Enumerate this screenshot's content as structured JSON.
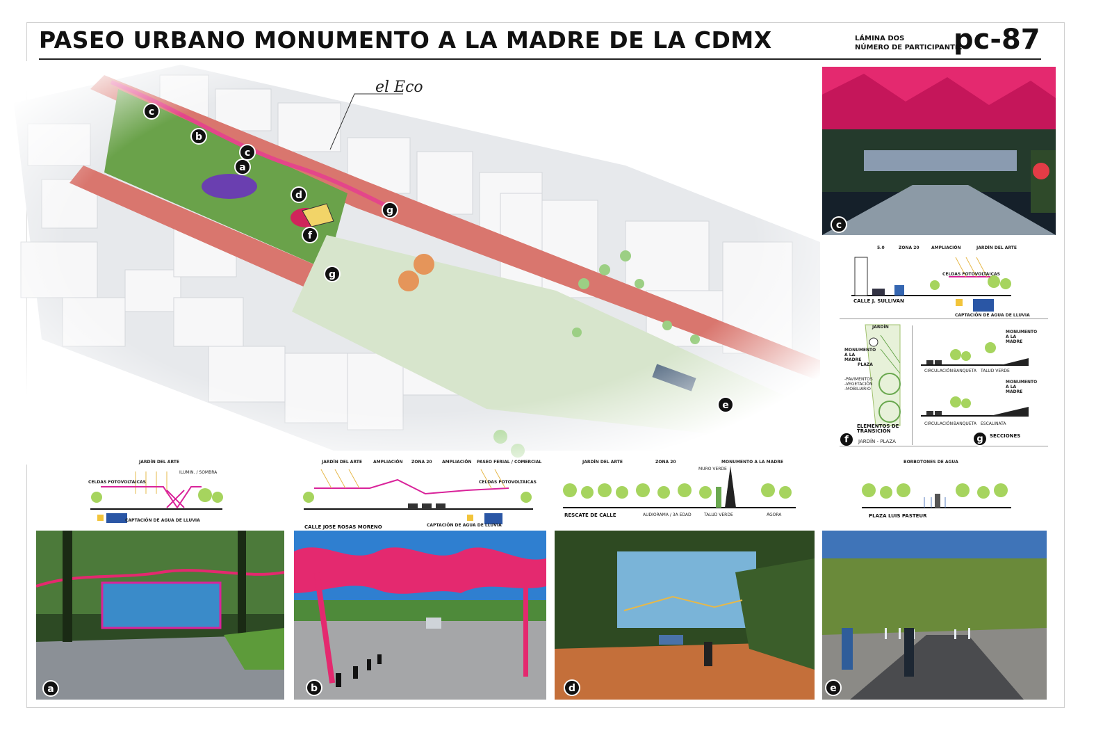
{
  "header": {
    "title": "PASEO URBANO MONUMENTO A LA MADRE DE LA CDMX",
    "lamina_line1": "LÁMINA DOS",
    "lamina_line2": "NÚMERO DE PARTICIPANTE:",
    "participant": "pc-87"
  },
  "plan": {
    "eco_label": "el Eco",
    "markers": [
      "c",
      "b",
      "c",
      "a",
      "d",
      "g",
      "f",
      "g",
      "e"
    ]
  },
  "section_c": {
    "dim_labels": [
      "5.0",
      "ZONA 20",
      "AMPLIACIÓN",
      "JARDÍN DEL ARTE"
    ],
    "celdas": "CELDAS FOTOVOLTAICAS",
    "street": "CALLE J. SULLIVAN",
    "captacion": "CAPTACIÓN DE AGUA DE LLUVIA"
  },
  "section_f": {
    "jardin": "JARDÍN",
    "monumento": "MONUMENTO A LA MADRE",
    "plaza": "PLAZA",
    "items": [
      "-PAVIMENTOS",
      "-VEGETACIÓN",
      "-MOBILIARIO"
    ],
    "title1": "ELEMENTOS DE",
    "title2": "TRANSICIÓN",
    "subtitle": "JARDÍN - PLAZA",
    "letter": "f"
  },
  "section_g": {
    "monumento_a": "MONUMENTO A LA MADRE",
    "row1": [
      "CIRCULACIÓN",
      "BANQUETA",
      "TALUD VERDE"
    ],
    "monumento_b": "MONUMENTO A LA MADRE",
    "row2": [
      "CIRCULACIÓN",
      "BANQUETA",
      "ESCALINATA"
    ],
    "title": "SECCIONES",
    "letter": "g"
  },
  "bottom_sections": {
    "a": {
      "top": "JARDÍN DEL ARTE",
      "celdas": "CELDAS FOTOVOLTAICAS",
      "ilum": "ILUMIN. / SOMBRA",
      "captacion": "CAPTACIÓN DE AGUA DE LLUVIA"
    },
    "b": {
      "top": [
        "JARDÍN DEL ARTE",
        "AMPLIACIÓN",
        "ZONA 20",
        "AMPLIACIÓN",
        "PASEO FERIAL / COMERCIAL"
      ],
      "celdas": "CELDAS FOTOVOLTAICAS",
      "street": "CALLE JOSÉ ROSAS MORENO",
      "captacion": "CAPTACIÓN DE AGUA DE LLUVIA"
    },
    "d": {
      "top": [
        "JARDÍN DEL ARTE",
        "ZONA 20",
        "MONUMENTO A LA MADRE"
      ],
      "muro": "MURO VERDE",
      "street": "RESCATE DE CALLE",
      "bottom": [
        "AUDIORAMA / 3A EDAD",
        "TALUD VERDE",
        "ÁGORA"
      ]
    },
    "e": {
      "top": "BORBOTONES DE AGUA",
      "street": "PLAZA LUIS PASTEUR"
    }
  },
  "photos": {
    "c": "c",
    "a": "a",
    "b": "b",
    "d": "d",
    "e": "e"
  }
}
